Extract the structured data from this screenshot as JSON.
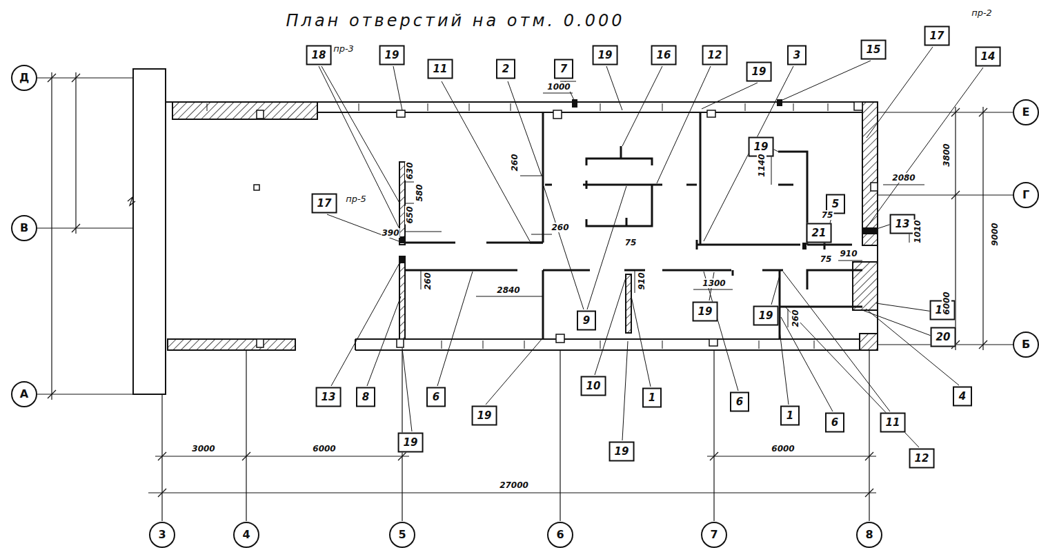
{
  "diagram": {
    "title": "План отверстий на отм. 0.000",
    "labels": [
      "18",
      "пр-3",
      "19",
      "11",
      "2",
      "7",
      "19",
      "16",
      "12",
      "19",
      "3",
      "15",
      "17",
      "пр-2",
      "14",
      "19",
      "17",
      "пр-5",
      "5",
      "21",
      "13",
      "9",
      "19",
      "19",
      "19",
      "20",
      "13",
      "8",
      "6",
      "19",
      "19",
      "10",
      "1",
      "19",
      "6",
      "1",
      "6",
      "11",
      "12",
      "4",
      "1000",
      "260",
      "260",
      "75",
      "630",
      "580",
      "650",
      "390",
      "1140",
      "75",
      "75",
      "2080",
      "1010",
      "3800",
      "9000",
      "6000",
      "2840",
      "260",
      "910",
      "1300",
      "910",
      "260",
      "3000",
      "6000",
      "6000",
      "27000",
      "Д",
      "В",
      "А",
      "Е",
      "Г",
      "Б",
      "3",
      "4",
      "5",
      "6",
      "7",
      "8"
    ]
  }
}
